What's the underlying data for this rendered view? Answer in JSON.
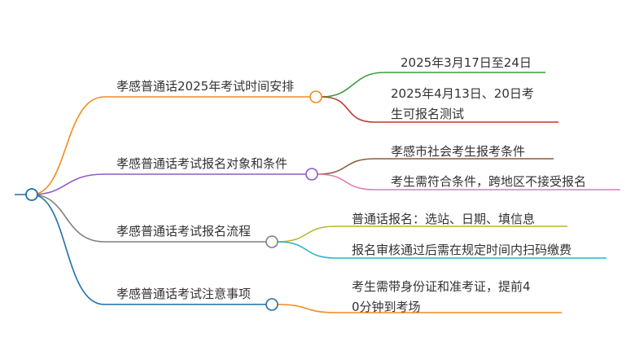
{
  "colors": {
    "root_line": "#1f6fa8",
    "text": "#333333",
    "node_fill": "#ffffff"
  },
  "branches": [
    {
      "label": "孝感普通话2025年考试时间安排",
      "color": "#f28c1e",
      "leaves": [
        {
          "lines": [
            "2025年3月17日至24日"
          ],
          "color": "#3a9a3a"
        },
        {
          "lines": [
            "2025年4月13日、20日考",
            "生可报名测试"
          ],
          "color": "#c0392b"
        }
      ]
    },
    {
      "label": "孝感普通话考试报名对象和条件",
      "color": "#8e5bc9",
      "leaves": [
        {
          "lines": [
            "孝感市社会考生报考条件"
          ],
          "color": "#8b5a3c"
        },
        {
          "lines": [
            "考生需符合条件，跨地区不接受报名"
          ],
          "color": "#e27ab5"
        }
      ]
    },
    {
      "label": "孝感普通话考试报名流程",
      "color": "#808080",
      "leaves": [
        {
          "lines": [
            "普通话报名：选站、日期、填信息"
          ],
          "color": "#b5b82a"
        },
        {
          "lines": [
            "报名审核通过后需在规定时间内扫码缴费"
          ],
          "color": "#2ab3c9"
        }
      ]
    },
    {
      "label": "孝感普通话考试注意事项",
      "color": "#1f6fa8",
      "leaves": [
        {
          "lines": [
            "考生需带身份证和准考证，提前4",
            "0分钟到考场"
          ],
          "color": "#f28c1e"
        }
      ]
    }
  ]
}
